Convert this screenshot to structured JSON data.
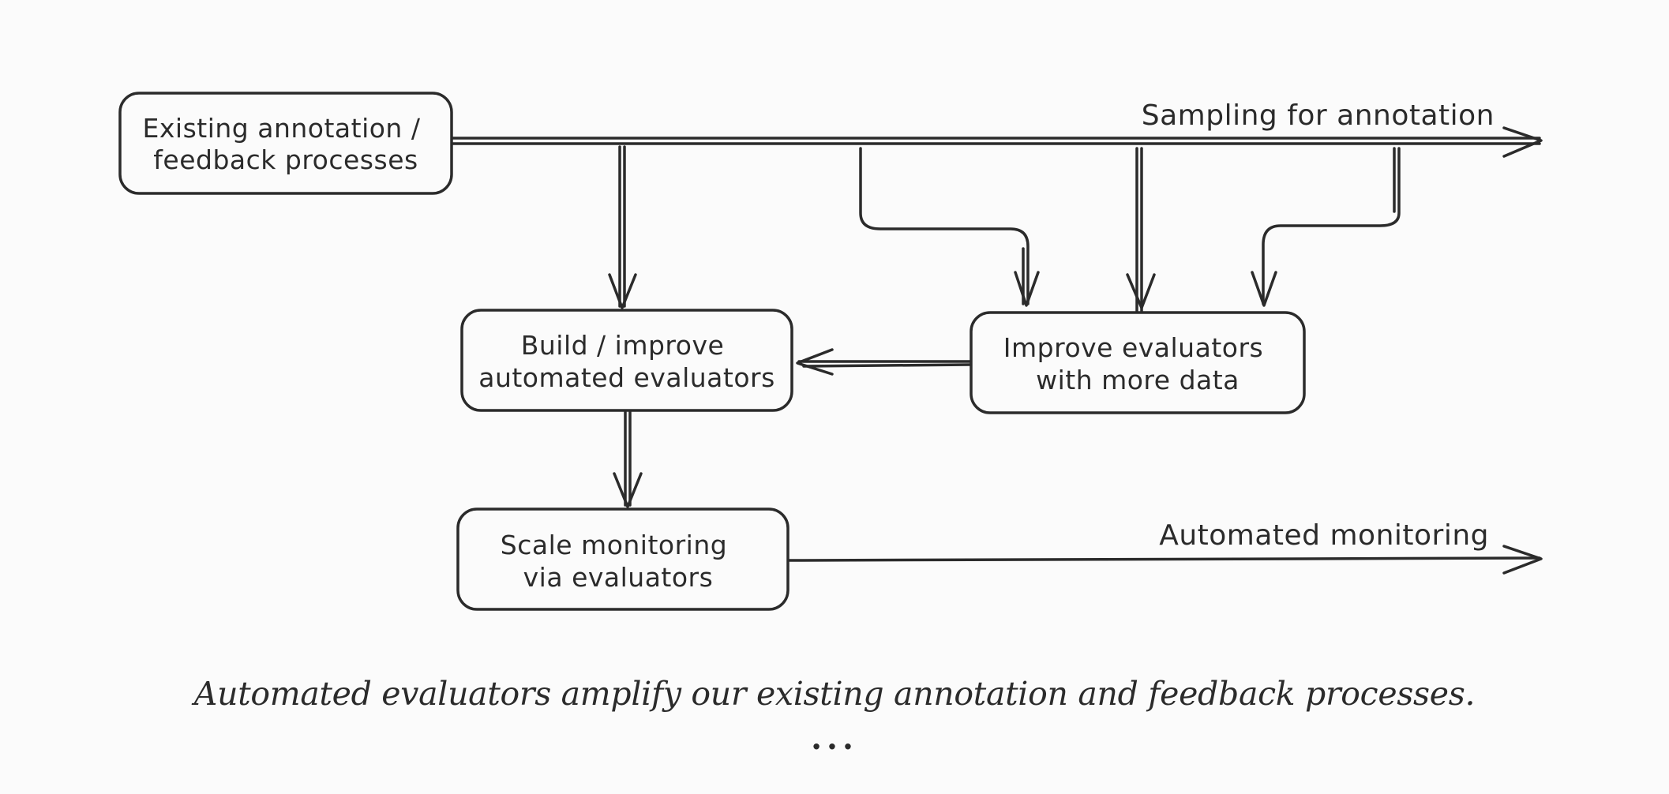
{
  "diagram": {
    "boxes": {
      "existing": {
        "lines": [
          "Existing annotation /",
          "feedback processes"
        ]
      },
      "build": {
        "lines": [
          "Build / improve",
          "automated evaluators"
        ]
      },
      "improve": {
        "lines": [
          "Improve evaluators",
          "with more data"
        ]
      },
      "scale": {
        "lines": [
          "Scale monitoring",
          "via evaluators"
        ]
      }
    },
    "flow_labels": {
      "sampling": "Sampling for annotation",
      "monitoring": "Automated monitoring"
    },
    "stroke_color": "#2b2b2b",
    "background_color": "#fbfbfb"
  },
  "caption": "Automated evaluators amplify our existing annotation and feedback processes.",
  "ellipsis": "..."
}
